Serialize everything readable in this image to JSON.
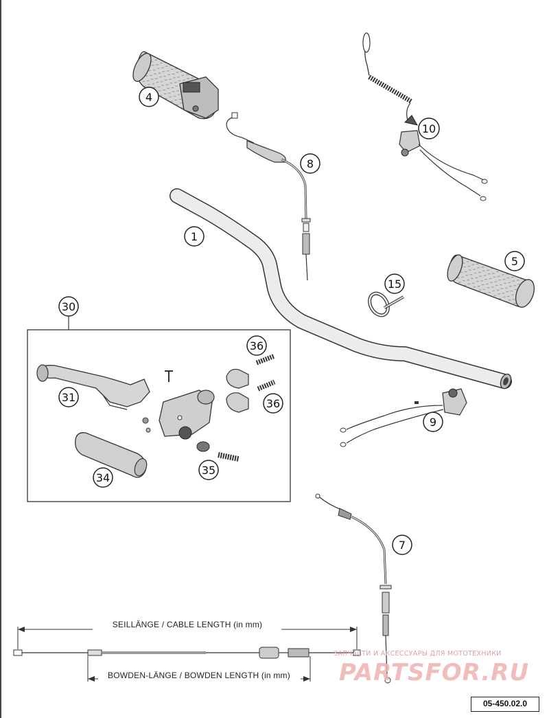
{
  "diagram": {
    "callouts": {
      "c1": "1",
      "c4": "4",
      "c5": "5",
      "c7": "7",
      "c8": "8",
      "c9": "9",
      "c10": "10",
      "c15": "15",
      "c30": "30",
      "c31": "31",
      "c34": "34",
      "c35": "35",
      "c36a": "36",
      "c36b": "36"
    },
    "dimensions": {
      "cable_length": "SEILLÄNGE / CABLE LENGTH (in mm)",
      "bowden_length": "BOWDEN-LÄNGE / BOWDEN LENGTH (in mm)"
    },
    "reference_code": "05-450.02.0",
    "watermark": {
      "caption": "ЗАПЧАСТИ И АКСЕССУАРЫ ДЛЯ МОТОТЕХНИКИ",
      "logo_text": "PARTSFOR.RU",
      "color": "#e8a0a0"
    }
  }
}
